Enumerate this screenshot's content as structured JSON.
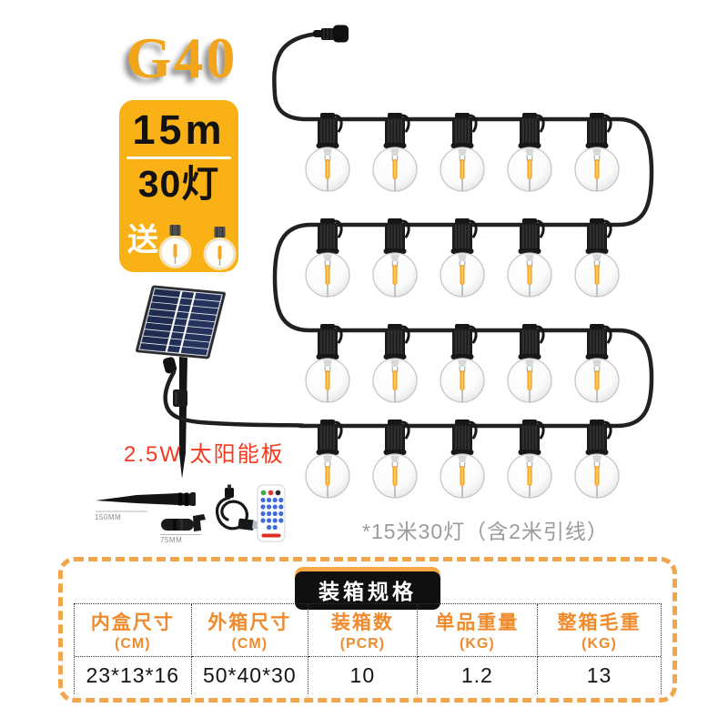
{
  "product": {
    "title": "G40",
    "badge": {
      "length": "15m",
      "lights_count": "30灯",
      "gift_label": "送"
    }
  },
  "solar": {
    "label": "2.5W 太阳能板"
  },
  "accessories": {
    "stake_length_label": "150MM",
    "adapter_length_label": "75MM"
  },
  "caption": "*15米30灯（含2米引线）",
  "spec_table": {
    "title": "装箱规格",
    "columns": [
      {
        "name": "内盒尺寸",
        "unit": "(CM)"
      },
      {
        "name": "外箱尺寸",
        "unit": "(CM)"
      },
      {
        "name": "装箱数",
        "unit": "(PCR)"
      },
      {
        "name": "单品重量",
        "unit": "(KG)"
      },
      {
        "name": "整箱毛重",
        "unit": "(KG)"
      }
    ],
    "values": [
      "23*13*16",
      "50*40*30",
      "10",
      "1.2",
      "13"
    ]
  },
  "colors": {
    "badge_yellow": "#F9B115",
    "title_gold": "#F2A51B",
    "table_border_orange": "#F2A64B",
    "table_header_orange": "#EF8B2D",
    "solar_label_red": "#F5391E",
    "filament_warm": "#F59B13",
    "wire_black": "#212121"
  }
}
